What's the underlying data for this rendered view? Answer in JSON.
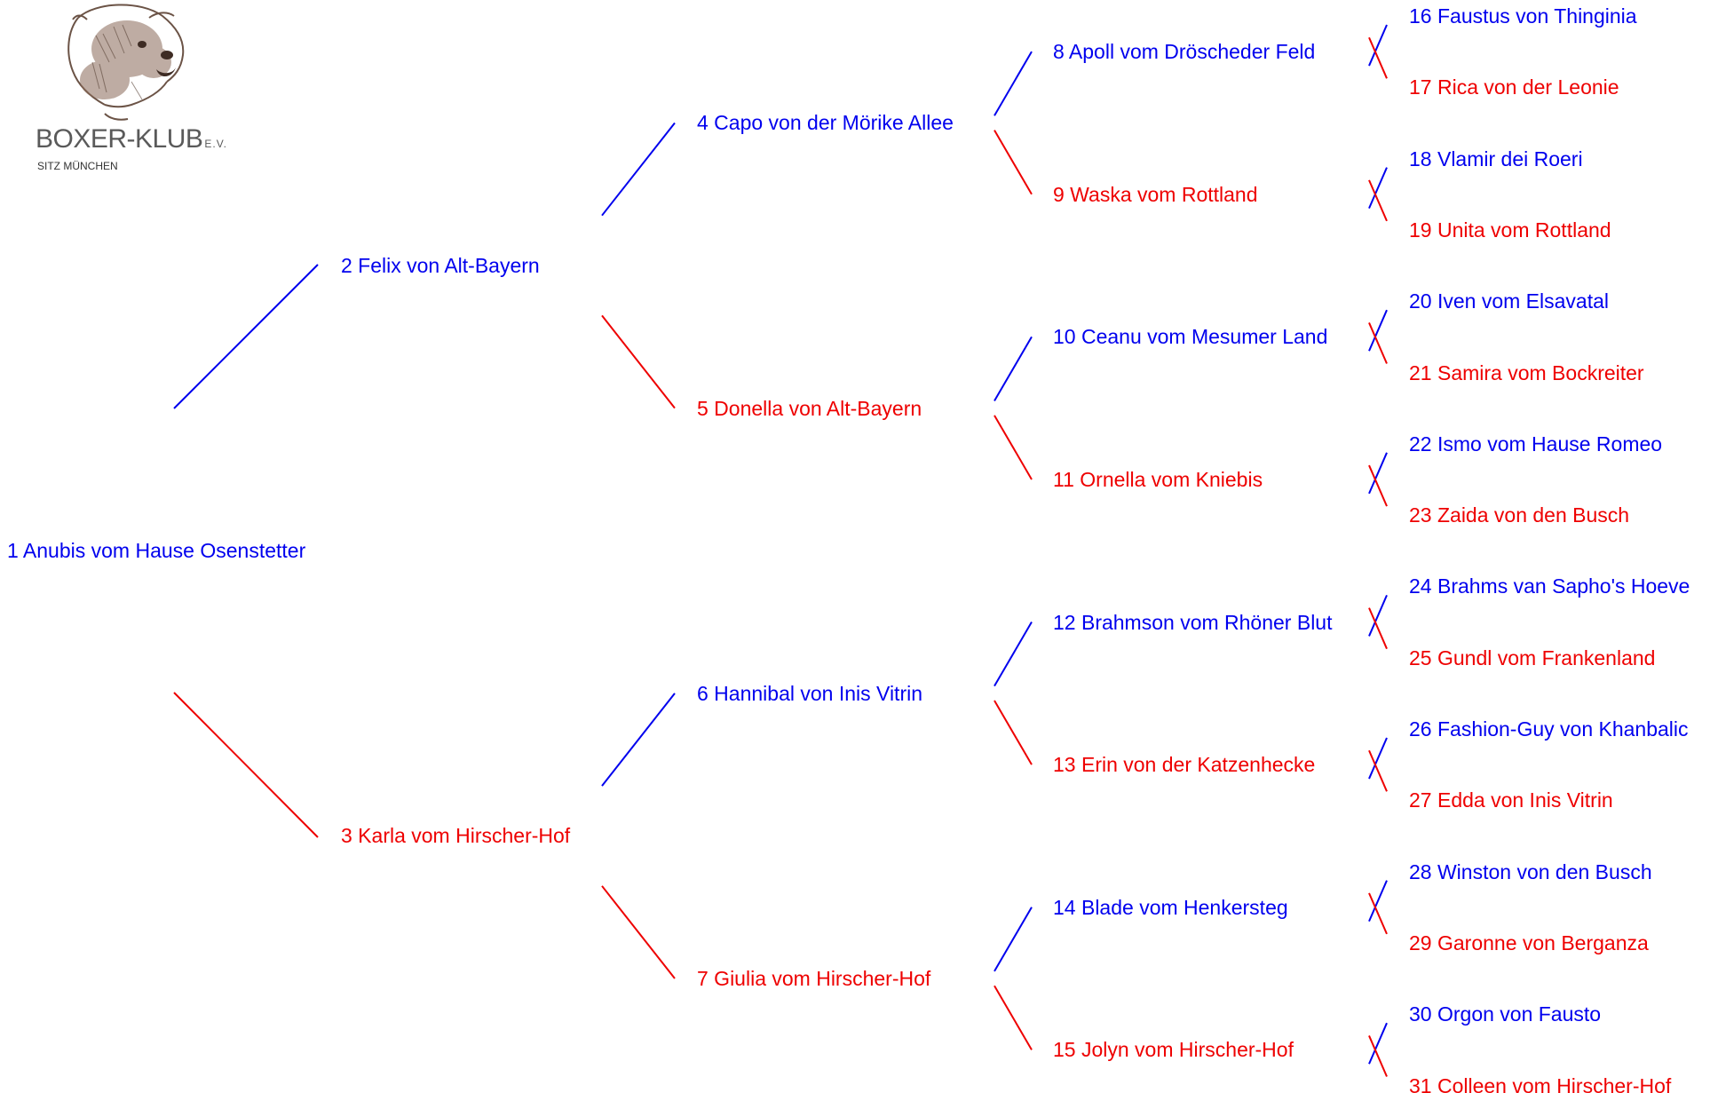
{
  "logo": {
    "title": "BOXER-KLUB",
    "suffix": "E.V.",
    "subtitle": "SITZ MÜNCHEN"
  },
  "colors": {
    "male": "#0000ee",
    "female": "#ee0000"
  },
  "pedigree": [
    {
      "num": "1",
      "name": "1 Anubis vom Hause Osenstetter",
      "sex": "male"
    },
    {
      "num": "2",
      "name": "2 Felix von Alt-Bayern",
      "sex": "male"
    },
    {
      "num": "3",
      "name": "3 Karla vom Hirscher-Hof",
      "sex": "female"
    },
    {
      "num": "4",
      "name": "4 Capo von der Mörike Allee",
      "sex": "male"
    },
    {
      "num": "5",
      "name": "5 Donella von Alt-Bayern",
      "sex": "female"
    },
    {
      "num": "6",
      "name": "6 Hannibal von Inis Vitrin",
      "sex": "male"
    },
    {
      "num": "7",
      "name": "7 Giulia vom Hirscher-Hof",
      "sex": "female"
    },
    {
      "num": "8",
      "name": "8 Apoll vom Dröscheder Feld",
      "sex": "male"
    },
    {
      "num": "9",
      "name": "9 Waska vom Rottland",
      "sex": "female"
    },
    {
      "num": "10",
      "name": "10 Ceanu vom Mesumer Land",
      "sex": "male"
    },
    {
      "num": "11",
      "name": "11 Ornella vom Kniebis",
      "sex": "female"
    },
    {
      "num": "12",
      "name": "12 Brahmson vom Rhöner Blut",
      "sex": "male"
    },
    {
      "num": "13",
      "name": "13 Erin von der Katzenhecke",
      "sex": "female"
    },
    {
      "num": "14",
      "name": "14 Blade vom Henkersteg",
      "sex": "male"
    },
    {
      "num": "15",
      "name": "15 Jolyn vom Hirscher-Hof",
      "sex": "female"
    },
    {
      "num": "16",
      "name": "16 Faustus von Thinginia",
      "sex": "male"
    },
    {
      "num": "17",
      "name": "17 Rica von der Leonie",
      "sex": "female"
    },
    {
      "num": "18",
      "name": "18 Vlamir dei Roeri",
      "sex": "male"
    },
    {
      "num": "19",
      "name": "19 Unita vom Rottland",
      "sex": "female"
    },
    {
      "num": "20",
      "name": "20 Iven vom Elsavatal",
      "sex": "male"
    },
    {
      "num": "21",
      "name": "21 Samira vom Bockreiter",
      "sex": "female"
    },
    {
      "num": "22",
      "name": "22 Ismo vom Hause Romeo",
      "sex": "male"
    },
    {
      "num": "23",
      "name": "23 Zaida von den Busch",
      "sex": "female"
    },
    {
      "num": "24",
      "name": "24 Brahms van Sapho's Hoeve",
      "sex": "male"
    },
    {
      "num": "25",
      "name": "25 Gundl vom Frankenland",
      "sex": "female"
    },
    {
      "num": "26",
      "name": "26 Fashion-Guy von Khanbalic",
      "sex": "male"
    },
    {
      "num": "27",
      "name": "27 Edda von Inis Vitrin",
      "sex": "female"
    },
    {
      "num": "28",
      "name": "28 Winston von den Busch",
      "sex": "male"
    },
    {
      "num": "29",
      "name": "29 Garonne von Berganza",
      "sex": "female"
    },
    {
      "num": "30",
      "name": "30 Orgon von Fausto",
      "sex": "male"
    },
    {
      "num": "31",
      "name": "31 Colleen vom Hirscher-Hof",
      "sex": "female"
    }
  ]
}
